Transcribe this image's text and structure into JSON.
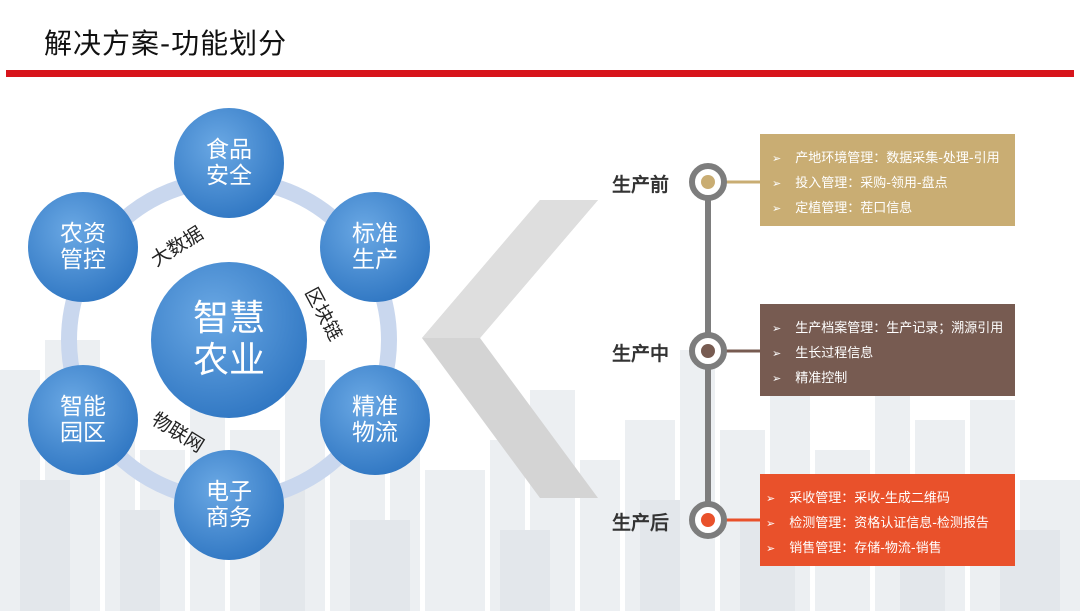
{
  "title": "解决方案-功能划分",
  "colors": {
    "accent_red": "#d7141b",
    "circle_blue": "#3d86cf",
    "ring": "#c9d7ee",
    "box_before": "#c9ad73",
    "box_during": "#775b51",
    "box_after": "#e9512b",
    "timeline_gray": "#7d7d7d"
  },
  "diagram": {
    "center": "智慧\n农业",
    "nodes": [
      {
        "label": "食品\n安全"
      },
      {
        "label": "标准\n生产"
      },
      {
        "label": "精准\n物流"
      },
      {
        "label": "电子\n商务"
      },
      {
        "label": "智能\n园区"
      },
      {
        "label": "农资\n管控"
      }
    ],
    "ring_labels": [
      "大数据",
      "区块链",
      "物联网"
    ]
  },
  "stages": [
    {
      "label": "生产前",
      "items": [
        "产地环境管理：数据采集-处理-引用",
        "投入管理：采购-领用-盘点",
        "定植管理：茬口信息"
      ]
    },
    {
      "label": "生产中",
      "items": [
        "生产档案管理：生产记录；溯源引用",
        "生长过程信息",
        "精准控制"
      ]
    },
    {
      "label": "生产后",
      "items": [
        "采收管理：采收-生成二维码",
        "检测管理：资格认证信息-检测报告",
        "销售管理：存储-物流-销售"
      ]
    }
  ]
}
